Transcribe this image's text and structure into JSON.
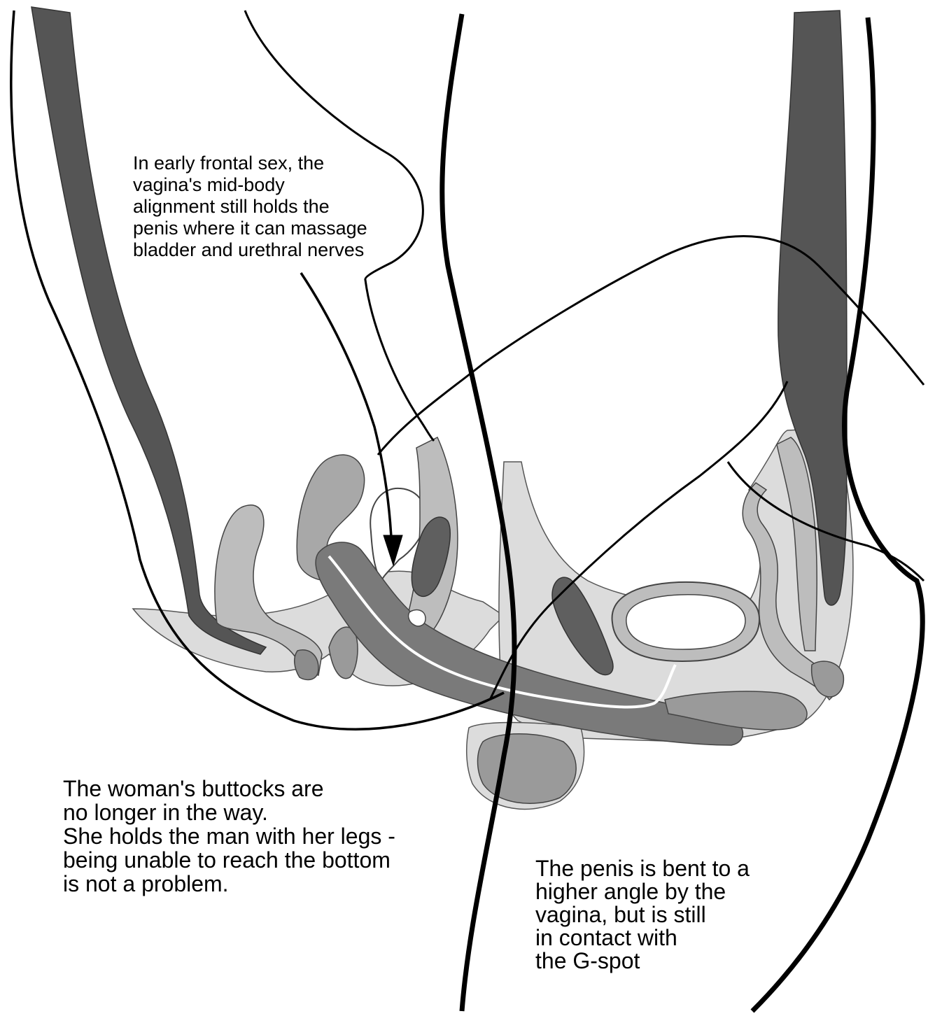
{
  "captions": {
    "top": {
      "lines": [
        "In early frontal sex, the",
        "vagina's mid-body",
        "alignment still holds the",
        "penis where it can massage",
        "bladder and urethral nerves"
      ]
    },
    "left": {
      "lines": [
        "The woman's buttocks are",
        "no longer in the way.",
        "She holds the man with her legs -",
        "being unable to reach the bottom",
        "is not a problem."
      ]
    },
    "right": {
      "lines": [
        "The penis is bent to a",
        "higher angle by the",
        "vagina, but is still",
        "in contact with",
        "the G-spot"
      ]
    }
  },
  "colors": {
    "outline": "#000000",
    "dark_tissue": "#555555",
    "mid_tissue": "#8c8c8c",
    "light_tissue": "#bdbdbd",
    "pale_tissue": "#dcdcdc",
    "background": "#ffffff"
  }
}
